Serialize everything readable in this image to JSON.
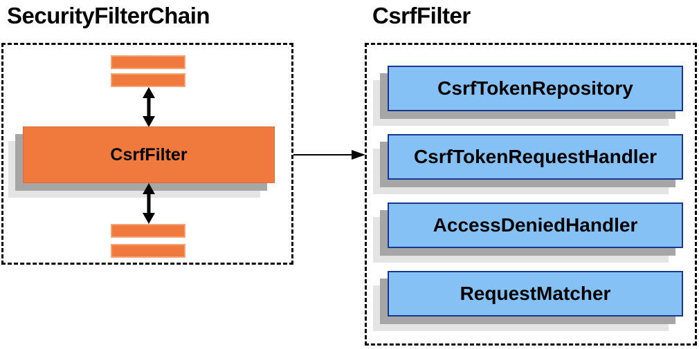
{
  "titles": {
    "left": "SecurityFilterChain",
    "right": "CsrfFilter"
  },
  "left_panel": {
    "filter_box_label": "CsrfFilter"
  },
  "right_panel": {
    "items": [
      "CsrfTokenRepository",
      "CsrfTokenRequestHandler",
      "AccessDeniedHandler",
      "RequestMatcher"
    ]
  },
  "icons": {
    "vertical_double_arrow": "↕",
    "right_arrow": "→"
  },
  "colors": {
    "orange": "#F0793E",
    "orange-bar-border": "#F4A474",
    "orange-box-border": "#E0672E",
    "blue": "#85C1F5",
    "blue-border": "#1A3690",
    "shadow-dark": "#A6A6A6",
    "shadow-light": "#E4E4E4",
    "arrow": "#000000"
  }
}
